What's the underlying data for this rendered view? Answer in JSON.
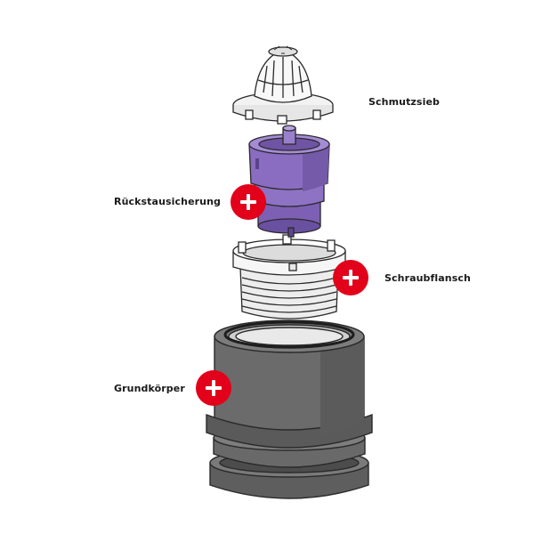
{
  "parts": [
    {
      "id": "schmutzsieb",
      "label": "Schmutzsieb",
      "has_plus": false
    },
    {
      "id": "rueckstausicherung",
      "label": "Rückstausicherung",
      "has_plus": true
    },
    {
      "id": "schraubflansch",
      "label": "Schraubflansch",
      "has_plus": true
    },
    {
      "id": "grundkoerper",
      "label": "Grundkörper",
      "has_plus": true
    }
  ],
  "colors": {
    "accent_red": "#e2001a",
    "purple_part": "#8a6cc0",
    "base_gray": "#6b6b6b",
    "outline": "#2a2a2a",
    "white_part": "#f4f4f4"
  },
  "icons": {
    "plus": "plus-icon"
  }
}
